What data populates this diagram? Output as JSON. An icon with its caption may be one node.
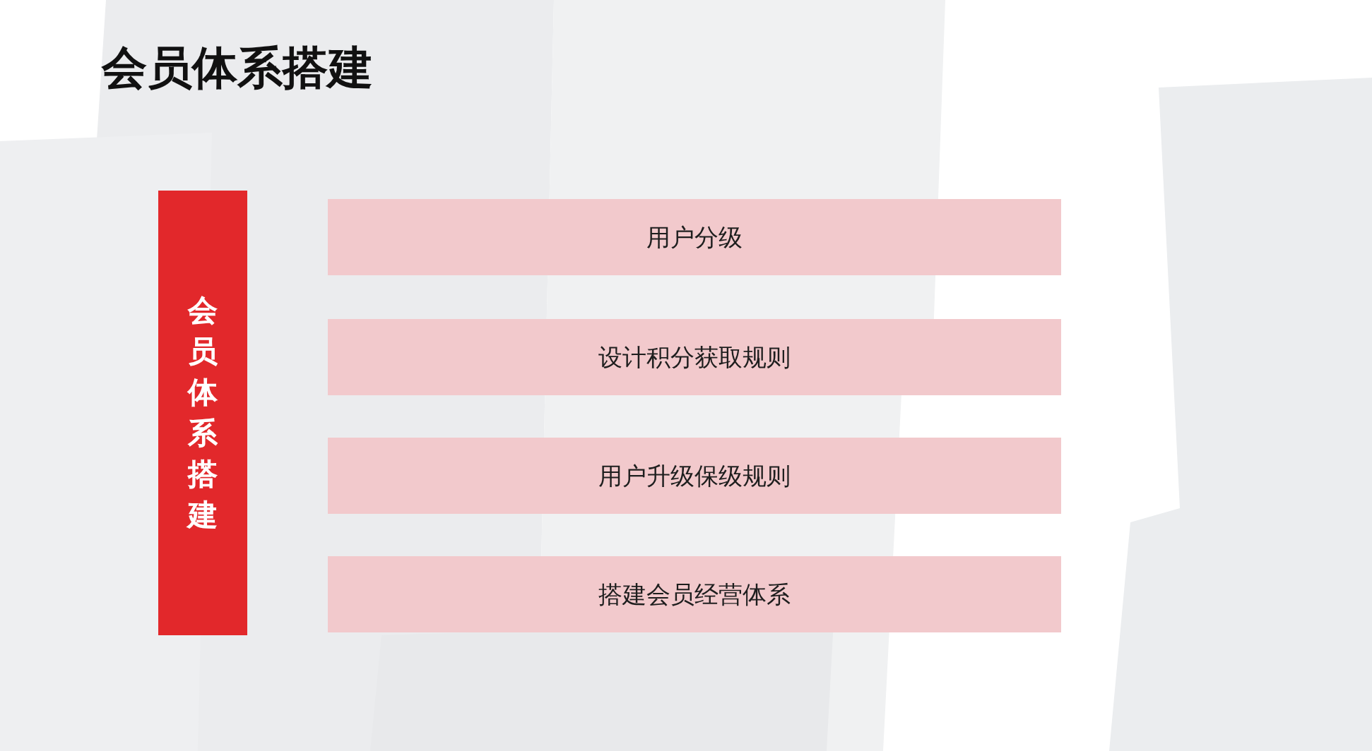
{
  "diagram": {
    "title": "会员体系搭建",
    "nodes": [
      {
        "text": [
          "会员体系搭建"
        ]
      },
      {
        "text": [
          "用户分级"
        ]
      },
      {
        "text": [
          "设计积分获取规则"
        ]
      },
      {
        "text": [
          "用户升级保级规则"
        ]
      },
      {
        "text": [
          "搭建会员经营体系"
        ]
      }
    ]
  }
}
